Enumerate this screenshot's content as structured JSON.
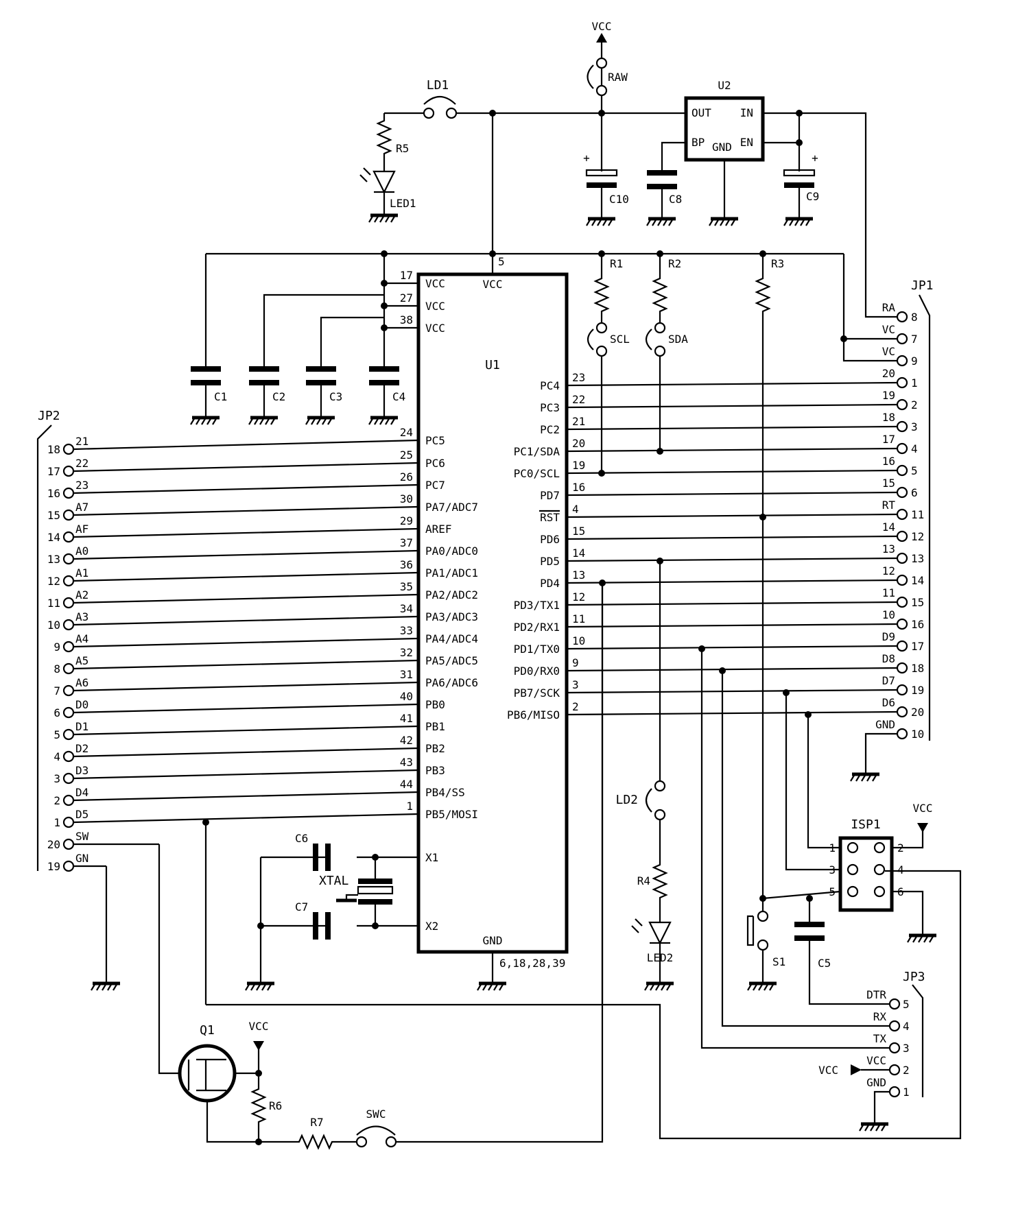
{
  "components": {
    "U1": "U1",
    "U2": "U2",
    "Q1": "Q1",
    "S1": "S1",
    "XTAL": "XTAL",
    "LD1": "LD1",
    "LD2": "LD2",
    "LED1": "LED1",
    "LED2": "LED2",
    "RAW": "RAW",
    "SCL": "SCL",
    "SDA": "SDA",
    "SWC": "SWC",
    "JP1": "JP1",
    "JP2": "JP2",
    "JP3": "JP3",
    "ISP1": "ISP1",
    "R1": "R1",
    "R2": "R2",
    "R3": "R3",
    "R4": "R4",
    "R5": "R5",
    "R6": "R6",
    "R7": "R7",
    "C1": "C1",
    "C2": "C2",
    "C3": "C3",
    "C4": "C4",
    "C5": "C5",
    "C6": "C6",
    "C7": "C7",
    "C8": "C8",
    "C9": "C9",
    "C10": "C10"
  },
  "power": {
    "vcc": "VCC",
    "plus": "+"
  },
  "u1": {
    "vcc_top": "VCC",
    "vcc_top_pin": "5",
    "gnd": "GND",
    "gnd_pins": "6,18,28,39",
    "left_pins": [
      {
        "num": "17",
        "name": "VCC"
      },
      {
        "num": "27",
        "name": "VCC"
      },
      {
        "num": "38",
        "name": "VCC"
      },
      {
        "num": "24",
        "name": "PC5"
      },
      {
        "num": "25",
        "name": "PC6"
      },
      {
        "num": "26",
        "name": "PC7"
      },
      {
        "num": "30",
        "name": "PA7/ADC7"
      },
      {
        "num": "29",
        "name": "AREF"
      },
      {
        "num": "37",
        "name": "PA0/ADC0"
      },
      {
        "num": "36",
        "name": "PA1/ADC1"
      },
      {
        "num": "35",
        "name": "PA2/ADC2"
      },
      {
        "num": "34",
        "name": "PA3/ADC3"
      },
      {
        "num": "33",
        "name": "PA4/ADC4"
      },
      {
        "num": "32",
        "name": "PA5/ADC5"
      },
      {
        "num": "31",
        "name": "PA6/ADC6"
      },
      {
        "num": "40",
        "name": "PB0"
      },
      {
        "num": "41",
        "name": "PB1"
      },
      {
        "num": "42",
        "name": "PB2"
      },
      {
        "num": "43",
        "name": "PB3"
      },
      {
        "num": "44",
        "name": "PB4/SS"
      },
      {
        "num": "1",
        "name": "PB5/MOSI"
      },
      {
        "num": "",
        "name": "X1"
      },
      {
        "num": "",
        "name": "X2"
      }
    ],
    "right_pins": [
      {
        "num": "23",
        "name": "PC4"
      },
      {
        "num": "22",
        "name": "PC3"
      },
      {
        "num": "21",
        "name": "PC2"
      },
      {
        "num": "20",
        "name": "PC1/SDA"
      },
      {
        "num": "19",
        "name": "PC0/SCL"
      },
      {
        "num": "16",
        "name": "PD7"
      },
      {
        "num": "4",
        "name": "RST"
      },
      {
        "num": "15",
        "name": "PD6"
      },
      {
        "num": "14",
        "name": "PD5"
      },
      {
        "num": "13",
        "name": "PD4"
      },
      {
        "num": "12",
        "name": "PD3/TX1"
      },
      {
        "num": "11",
        "name": "PD2/RX1"
      },
      {
        "num": "10",
        "name": "PD1/TX0"
      },
      {
        "num": "9",
        "name": "PD0/RX0"
      },
      {
        "num": "3",
        "name": "PB7/SCK"
      },
      {
        "num": "2",
        "name": "PB6/MISO"
      }
    ]
  },
  "u2": {
    "out": "OUT",
    "in": "IN",
    "bp": "BP",
    "gnd": "GND",
    "en": "EN"
  },
  "jp1": [
    {
      "label": "RA",
      "num": "8"
    },
    {
      "label": "VC",
      "num": "7"
    },
    {
      "label": "VC",
      "num": "9"
    },
    {
      "label": "20",
      "num": "1"
    },
    {
      "label": "19",
      "num": "2"
    },
    {
      "label": "18",
      "num": "3"
    },
    {
      "label": "17",
      "num": "4"
    },
    {
      "label": "16",
      "num": "5"
    },
    {
      "label": "15",
      "num": "6"
    },
    {
      "label": "RT",
      "num": "11"
    },
    {
      "label": "14",
      "num": "12"
    },
    {
      "label": "13",
      "num": "13"
    },
    {
      "label": "12",
      "num": "14"
    },
    {
      "label": "11",
      "num": "15"
    },
    {
      "label": "10",
      "num": "16"
    },
    {
      "label": "D9",
      "num": "17"
    },
    {
      "label": "D8",
      "num": "18"
    },
    {
      "label": "D7",
      "num": "19"
    },
    {
      "label": "D6",
      "num": "20"
    },
    {
      "label": "GND",
      "num": "10"
    }
  ],
  "jp2": [
    {
      "num": "18",
      "label": "21"
    },
    {
      "num": "17",
      "label": "22"
    },
    {
      "num": "16",
      "label": "23"
    },
    {
      "num": "15",
      "label": "A7"
    },
    {
      "num": "14",
      "label": "AF"
    },
    {
      "num": "13",
      "label": "A0"
    },
    {
      "num": "12",
      "label": "A1"
    },
    {
      "num": "11",
      "label": "A2"
    },
    {
      "num": "10",
      "label": "A3"
    },
    {
      "num": "9",
      "label": "A4"
    },
    {
      "num": "8",
      "label": "A5"
    },
    {
      "num": "7",
      "label": "A6"
    },
    {
      "num": "6",
      "label": "D0"
    },
    {
      "num": "5",
      "label": "D1"
    },
    {
      "num": "4",
      "label": "D2"
    },
    {
      "num": "3",
      "label": "D3"
    },
    {
      "num": "2",
      "label": "D4"
    },
    {
      "num": "1",
      "label": "D5"
    },
    {
      "num": "20",
      "label": "SW"
    },
    {
      "num": "19",
      "label": "GN"
    }
  ],
  "jp3": [
    {
      "label": "DTR",
      "num": "5"
    },
    {
      "label": "RX",
      "num": "4"
    },
    {
      "label": "TX",
      "num": "3"
    },
    {
      "label": "VCC",
      "num": "2"
    },
    {
      "label": "GND",
      "num": "1"
    }
  ],
  "isp1": [
    "1",
    "2",
    "3",
    "4",
    "5",
    "6"
  ]
}
